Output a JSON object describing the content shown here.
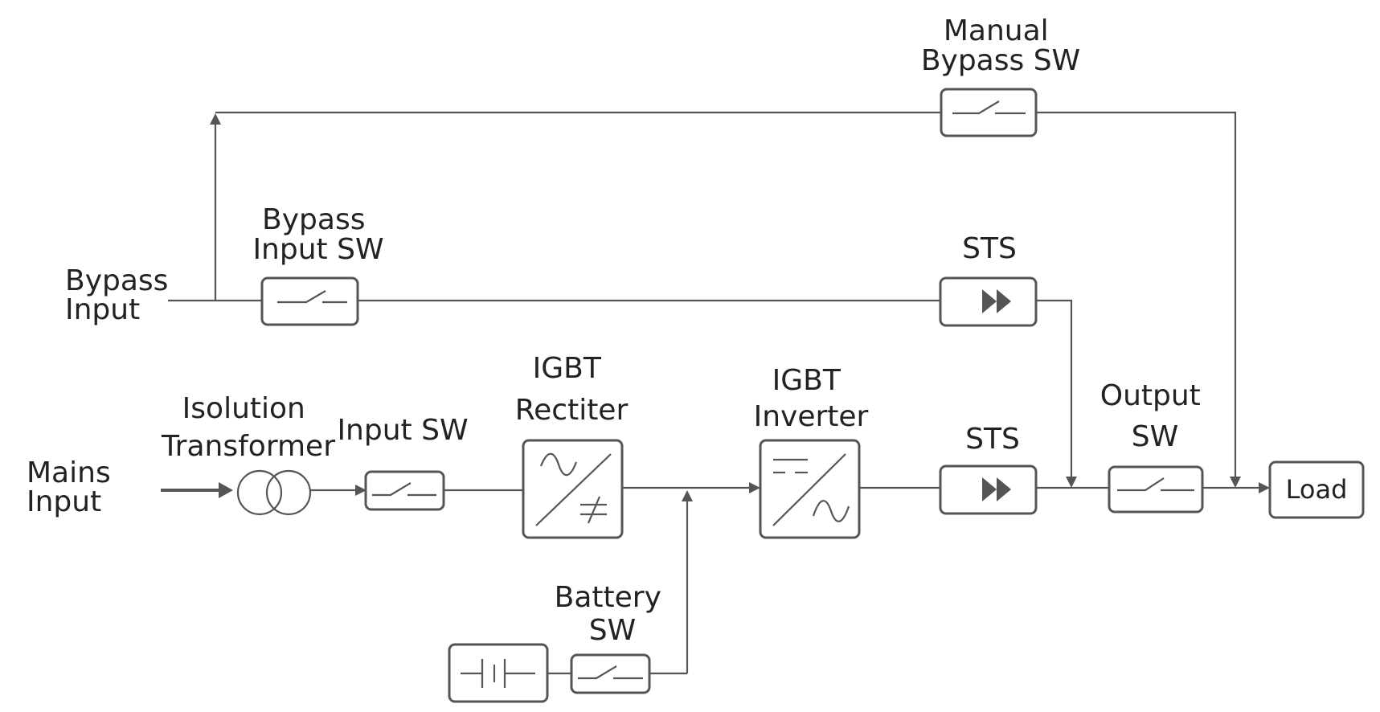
{
  "labels": {
    "mains_input": [
      "Mains",
      "Input"
    ],
    "bypass_input": [
      "Bypass",
      "Input"
    ],
    "isolution_transformer": [
      "Isolution",
      "Transformer"
    ],
    "input_sw": "Input SW",
    "igbt_rectiter": [
      "IGBT",
      "Rectiter"
    ],
    "igbt_inverter": [
      "IGBT",
      "Inverter"
    ],
    "sts_main": "STS",
    "sts_bypass": "STS",
    "output_sw": [
      "Output",
      "SW"
    ],
    "load": "Load",
    "battery_sw": [
      "Battery",
      "SW"
    ],
    "bypass_input_sw": [
      "Bypass",
      "Input SW"
    ],
    "manual_bypass_sw": [
      "Manual",
      "Bypass SW"
    ]
  },
  "colors": {
    "line": "#555555",
    "text": "#222222",
    "background": "#ffffff"
  }
}
